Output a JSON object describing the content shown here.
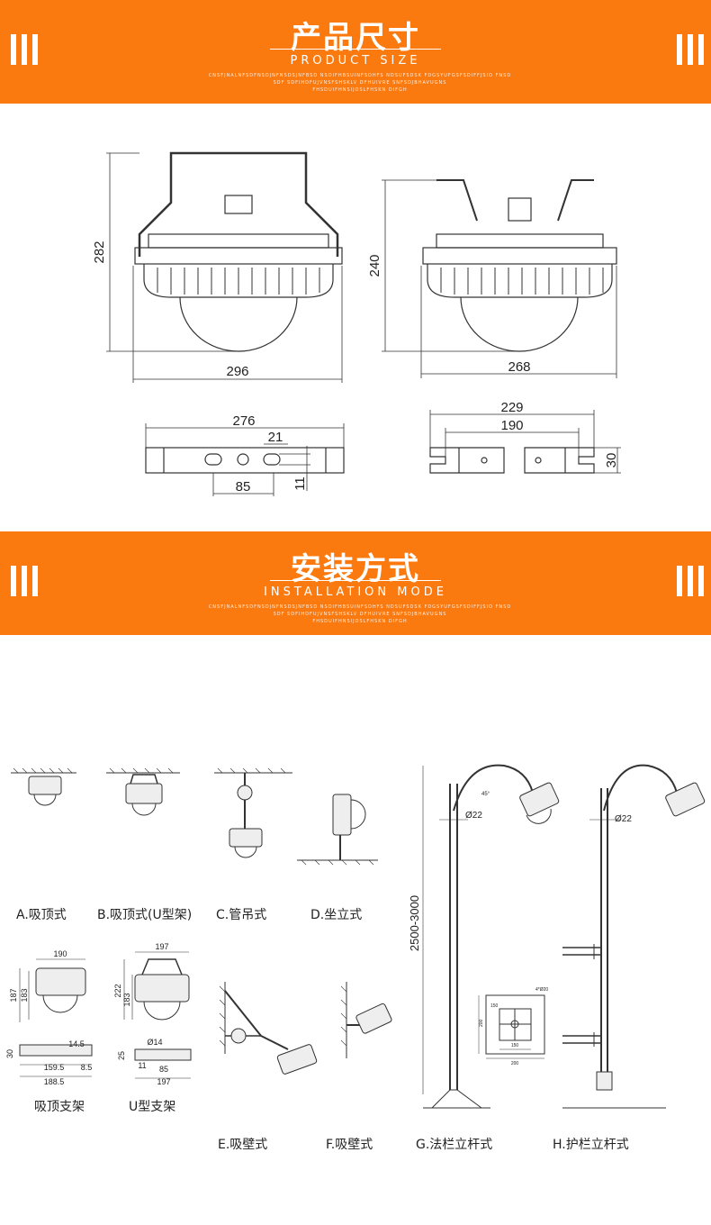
{
  "section1": {
    "title": "产品尺寸",
    "subtitle": "PRODUCT SIZE",
    "decor_lines": [
      "CNSFJNALNFSDFNSDJNFNSDSJNFBSD NSDIFHBSUINFSDHFS NDSUFSDSK FDGSYUFGSFSDIFFJSIO FNSD",
      "SDF SDFIHDFUJVNSFSHSKLV DFHUIVRE SNFSDJBHAVUGNS",
      "FHSDUIFHNSIJDSLFHSKN DIFGH"
    ]
  },
  "section2": {
    "title": "安装方式",
    "subtitle": "INSTALLATION MODE",
    "decor_lines": [
      "CNSFJNALNFSDFNSDJNFNSDSJNFBSD NSDIFHBSUINFSDHFS NDSUFSDSK FDGSYUFGSFSDIFFJSIO FNSD",
      "SDF SDFIHDFUJVNSFSHSKLV DFHUIVRE SNFSDJBHAVUGNS",
      "FHSDUIFHNSIJDSLFHSKN DIFGH"
    ]
  },
  "dims_top": {
    "h1": "282",
    "w1": "296",
    "h2": "240",
    "w2": "268",
    "b1_w": "276",
    "b1_slot": "21",
    "b1_pitch": "85",
    "b1_h": "11",
    "b2_w": "229",
    "b2_pitch": "190",
    "b2_h": "30"
  },
  "captions": {
    "a": "A.吸顶式",
    "b": "B.吸顶式(U型架)",
    "c": "C.管吊式",
    "d": "D.坐立式",
    "e": "E.吸壁式",
    "f": "F.吸壁式",
    "g": "G.法栏立杆式",
    "h": "H.护栏立杆式",
    "br1": "吸顶支架",
    "br2": "U型支架"
  },
  "dims_small": {
    "s1_w": "190",
    "s1_h1": "187",
    "s1_h2": "183",
    "s1_b30": "30",
    "s1_b145": "14.5",
    "s1_b1595": "159.5",
    "s1_b85": "8.5",
    "s1_b1885": "188.5",
    "s2_w": "197",
    "s2_h1": "222",
    "s2_h2": "183",
    "s2_d14": "Ø14",
    "s2_b25": "25",
    "s2_b11": "11",
    "s2_b85": "85",
    "s2_b197": "197",
    "pole_h": "2500-3000",
    "pole_d1": "Ø22",
    "pole_d2": "Ø22",
    "pole_angle": "45°",
    "flange_a": "4*Ø20",
    "flange_b": "200",
    "flange_c": "150",
    "flange_d": "200",
    "flange_e": "150"
  }
}
